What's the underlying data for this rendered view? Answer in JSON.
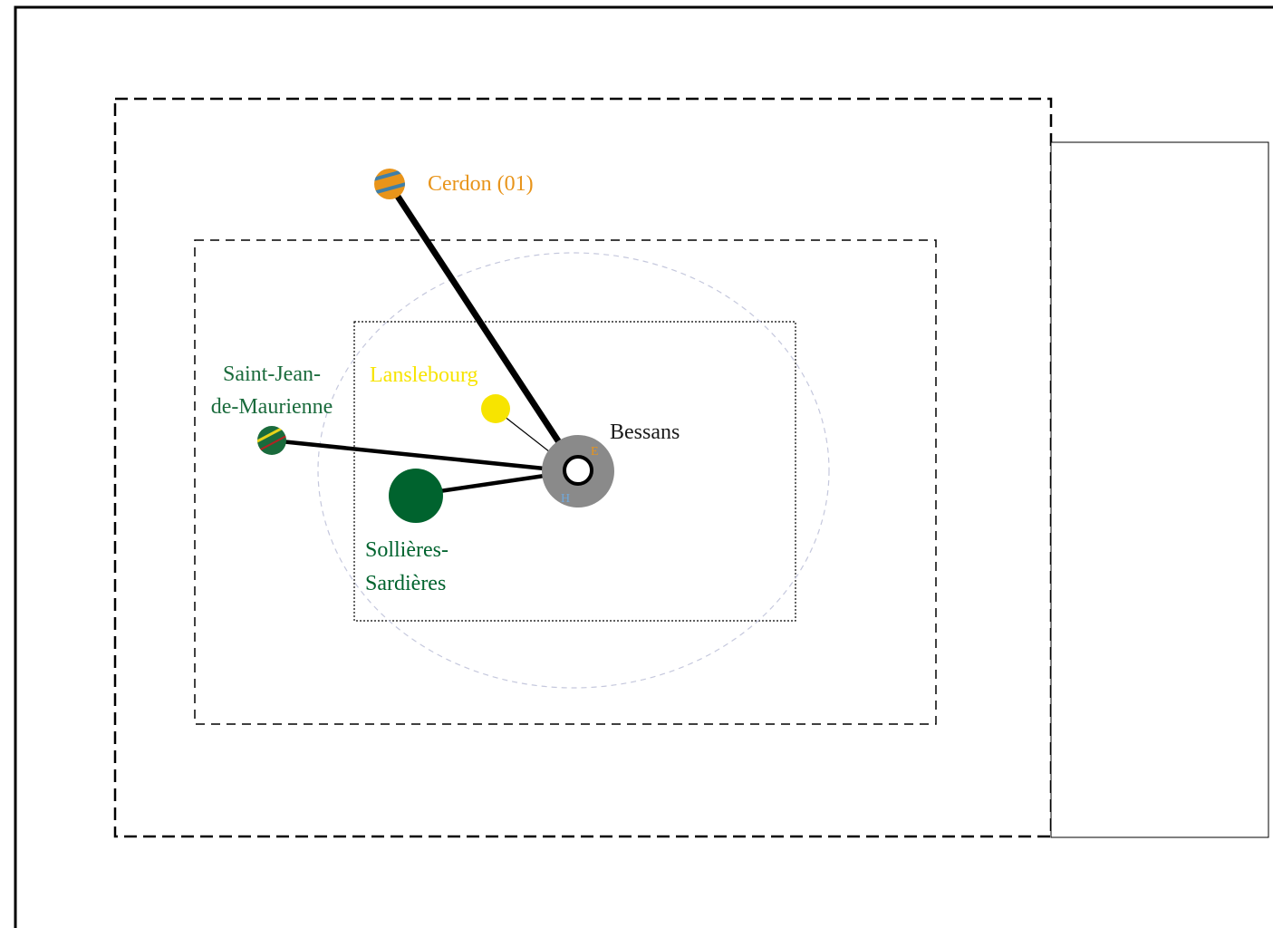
{
  "center": {
    "name": "Bessans",
    "marks": {
      "east": "E",
      "west": "H"
    },
    "colors": {
      "disk": "#8a8a8a",
      "ring": "#000000",
      "fill": "#ffffff",
      "label": "#1a1a1a",
      "east_mark": "#e8941a",
      "west_mark": "#6fa8dc"
    }
  },
  "places": [
    {
      "id": "cerdon",
      "label": [
        "Cerdon (01)"
      ],
      "color": "#e8941a",
      "stripe": "#3f7fa8",
      "link": "thick"
    },
    {
      "id": "saint-jean",
      "label": [
        "Saint-Jean-",
        "de-Maurienne"
      ],
      "color": "#1a6b3c",
      "stripe": "#e8d21a",
      "stripe2": "#b22222",
      "link": "medium"
    },
    {
      "id": "sollieres",
      "label": [
        "Sollières-",
        "Sardières"
      ],
      "color": "#00632e",
      "link": "medium"
    },
    {
      "id": "lanslebourg",
      "label": [
        "Lanslebourg"
      ],
      "color": "#f7e400",
      "link": "thin"
    }
  ],
  "colors": {
    "circle": "#c5c8dd",
    "frame": "#000000",
    "link": "#000000"
  }
}
